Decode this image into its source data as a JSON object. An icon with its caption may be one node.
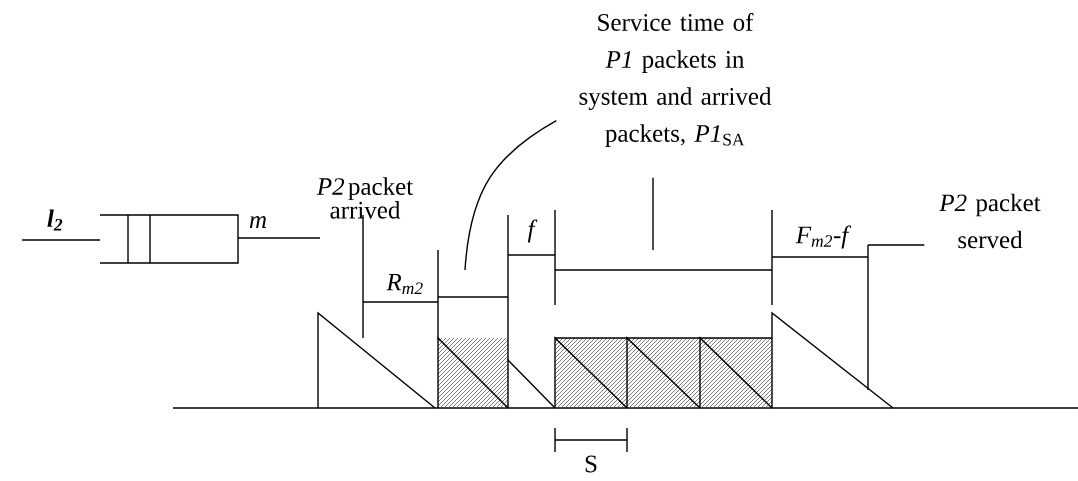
{
  "diagram": {
    "nodes": [
      {
        "text": [
          "Service time of *P1* packets in system and arrived packets, *P1*$_{SA}$"
        ]
      },
      {
        "text": [
          "*P2* packet served"
        ]
      }
    ],
    "edges": [
      {
        "from": 0,
        "to": null,
        "arrow": "none"
      },
      {
        "from": 0,
        "to": null,
        "arrow": "none"
      },
      {
        "from": 1,
        "to": null,
        "arrow": "none"
      }
    ],
    "labels": [
      "*P2* packet arrived",
      "l$_{2}$",
      "m",
      "R$_{m2}$",
      "f",
      "F$_{m2}$-f",
      "S"
    ]
  }
}
